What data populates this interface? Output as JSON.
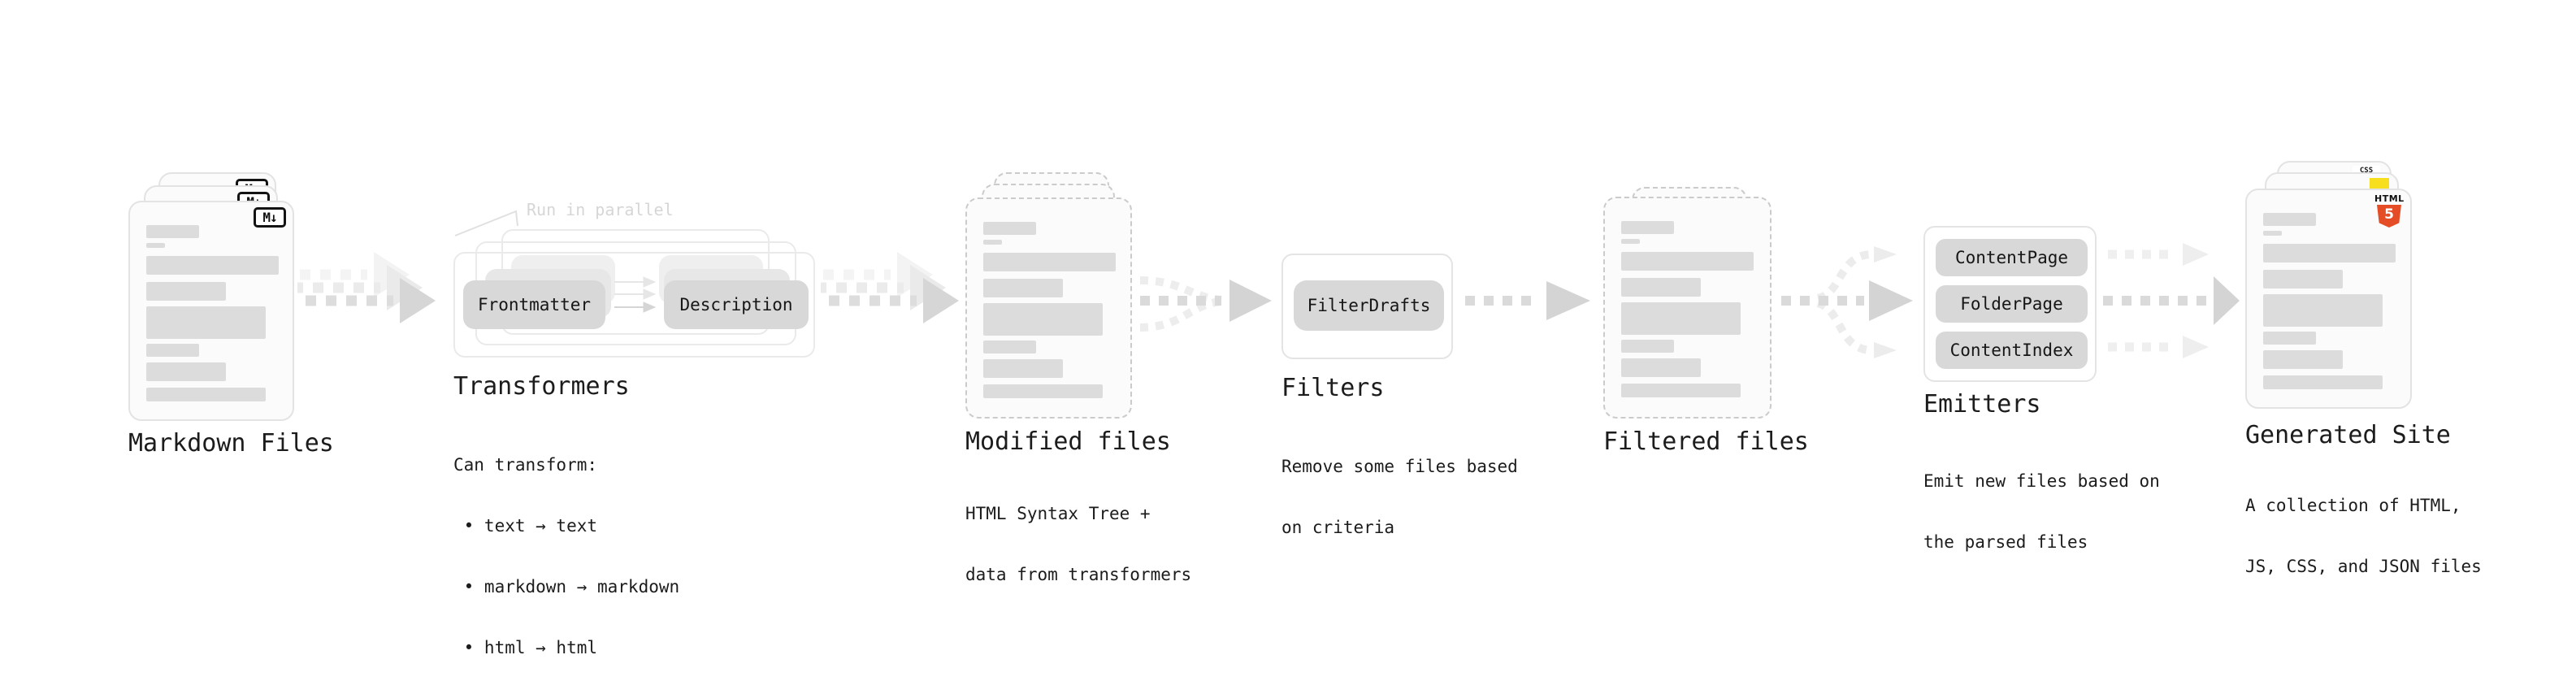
{
  "colors": {
    "pill_gray": "#d8d8d8",
    "card_border": "#e3e3e3",
    "arrow_gray": "#d6d6d6",
    "html5_orange": "#e44d26",
    "js_yellow": "#f7df1e",
    "css_blue": "#2760e6"
  },
  "nodes": {
    "markdown_files": {
      "label": "Markdown Files",
      "badge_text": "M↓"
    },
    "transformers": {
      "annotation": "Run in parallel",
      "pills": [
        "Frontmatter",
        "Description"
      ],
      "title": "Transformers",
      "description_lines": [
        "Can transform:",
        " • text → text",
        " • markdown → markdown",
        " • html → html"
      ]
    },
    "modified_files": {
      "label": "Modified files",
      "description_lines": [
        "HTML Syntax Tree +",
        "data from transformers"
      ]
    },
    "filters": {
      "pill": "FilterDrafts",
      "title": "Filters",
      "description_lines": [
        "Remove some files based",
        "on criteria"
      ]
    },
    "filtered_files": {
      "label": "Filtered files"
    },
    "emitters": {
      "pills": [
        "ContentPage",
        "FolderPage",
        "ContentIndex"
      ],
      "title": "Emitters",
      "description_lines": [
        "Emit new files based on",
        "the parsed files"
      ]
    },
    "generated_site": {
      "label": "Generated Site",
      "description_lines": [
        "A collection of HTML,",
        "JS, CSS, and JSON files"
      ],
      "css_badge": "CSS",
      "html_badge": "HTML",
      "html_badge_number": "5"
    }
  }
}
